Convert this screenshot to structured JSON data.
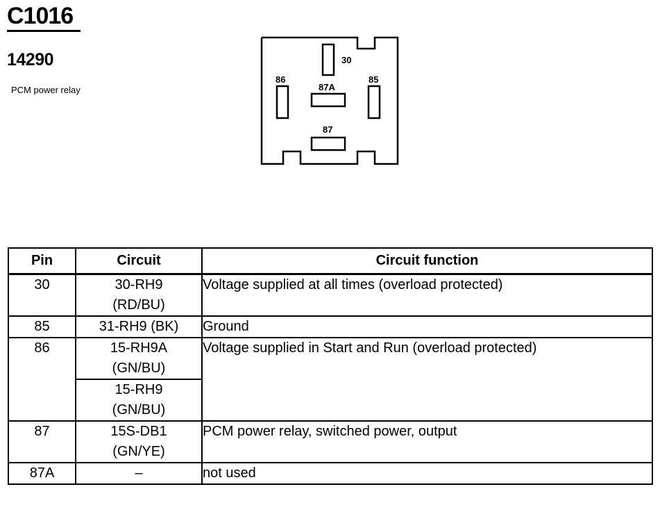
{
  "header": {
    "connector_id": "C1016",
    "part_number": "14290",
    "description": "PCM power relay"
  },
  "diagram": {
    "pins": [
      {
        "label": "30"
      },
      {
        "label": "86"
      },
      {
        "label": "87A"
      },
      {
        "label": "85"
      },
      {
        "label": "87"
      }
    ]
  },
  "table": {
    "headers": [
      "Pin",
      "Circuit",
      "Circuit function"
    ],
    "rows": [
      {
        "pin": "30",
        "circuits": [
          [
            "30-RH9",
            "(RD/BU)"
          ]
        ],
        "function": "Voltage supplied at all times (overload protected)"
      },
      {
        "pin": "85",
        "circuits": [
          [
            "31-RH9 (BK)"
          ]
        ],
        "function": "Ground"
      },
      {
        "pin": "86",
        "circuits": [
          [
            "15-RH9A",
            "(GN/BU)"
          ],
          [
            "15-RH9",
            "(GN/BU)"
          ]
        ],
        "function": "Voltage supplied in Start and Run (overload protected)"
      },
      {
        "pin": "87",
        "circuits": [
          [
            "15S-DB1",
            "(GN/YE)"
          ]
        ],
        "function": "PCM power relay, switched power, output"
      },
      {
        "pin": "87A",
        "circuits": [
          [
            "–"
          ]
        ],
        "function": "not used"
      }
    ]
  }
}
